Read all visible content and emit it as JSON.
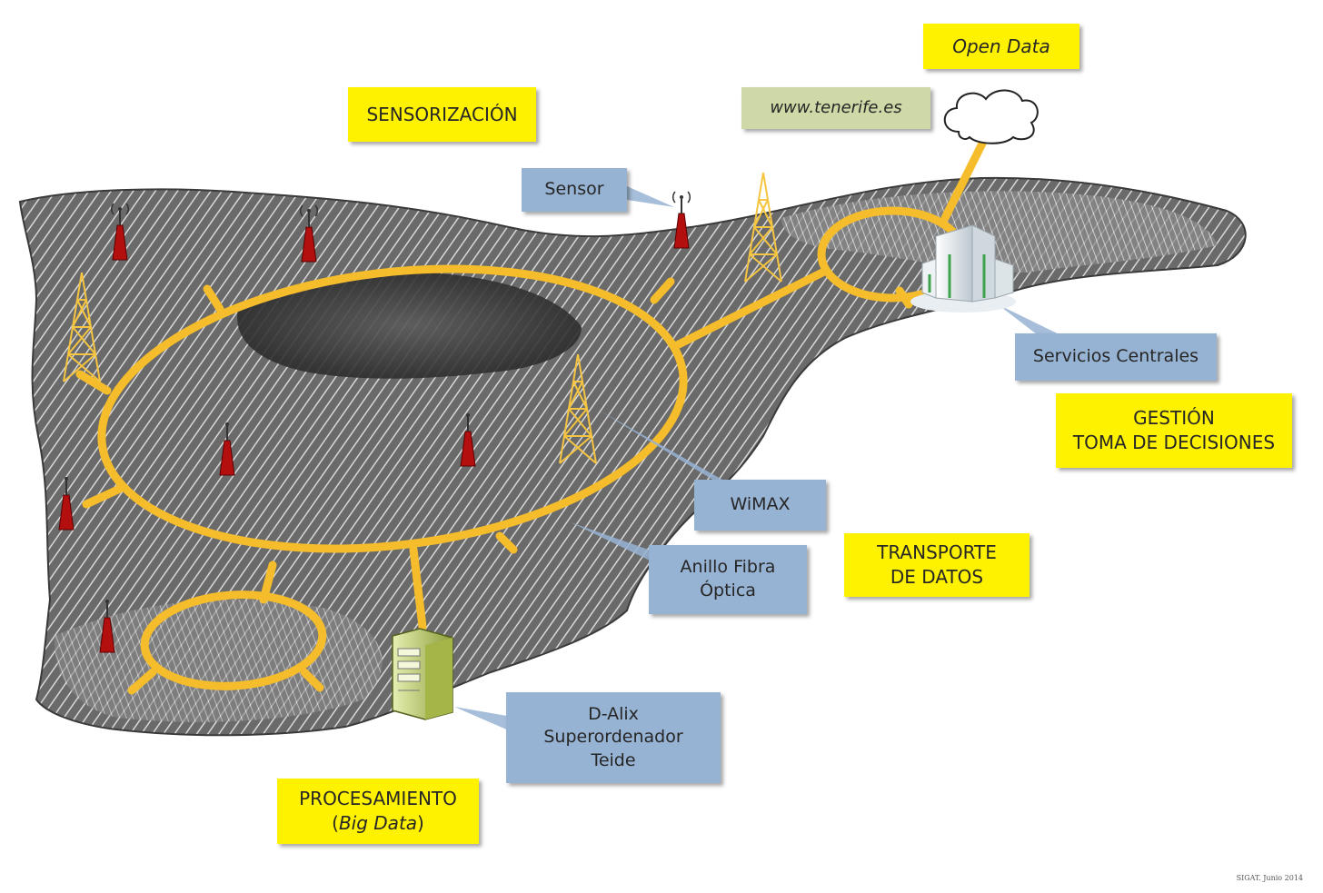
{
  "labels": {
    "open_data": "Open Data",
    "website": "www.tenerife.es",
    "sensorizacion": "SENSORIZACIÓN",
    "sensor": "Sensor",
    "servicios_centrales": "Servicios Centrales",
    "gestion": [
      "GESTIÓN",
      "TOMA DE DECISIONES"
    ],
    "wimax": "WiMAX",
    "anillo": [
      "Anillo Fibra",
      "Óptica"
    ],
    "transporte": [
      "TRANSPORTE",
      "DE DATOS"
    ],
    "dalix": [
      "D-Alix",
      "Superordenador",
      "Teide"
    ],
    "procesamiento": {
      "line1": "PROCESAMIENTO",
      "open_paren": "(",
      "italic": "Big Data",
      "close_paren": ")"
    },
    "credit": "SIGAT. Junio 2014"
  },
  "colors": {
    "ring": "#f5bd2c",
    "label_yellow": "#fff200",
    "label_blue": "#97b3d3",
    "label_green": "#cfd9a8",
    "sensor_red": "#b30f0f",
    "terrain_dark": "#4a4a4a"
  },
  "icons": {
    "sensor": "red-cone-antenna-icon",
    "tower": "yellow-lattice-tower-icon",
    "building": "office-building-icon",
    "server": "server-cabinet-icon",
    "cloud": "cloud-icon"
  }
}
